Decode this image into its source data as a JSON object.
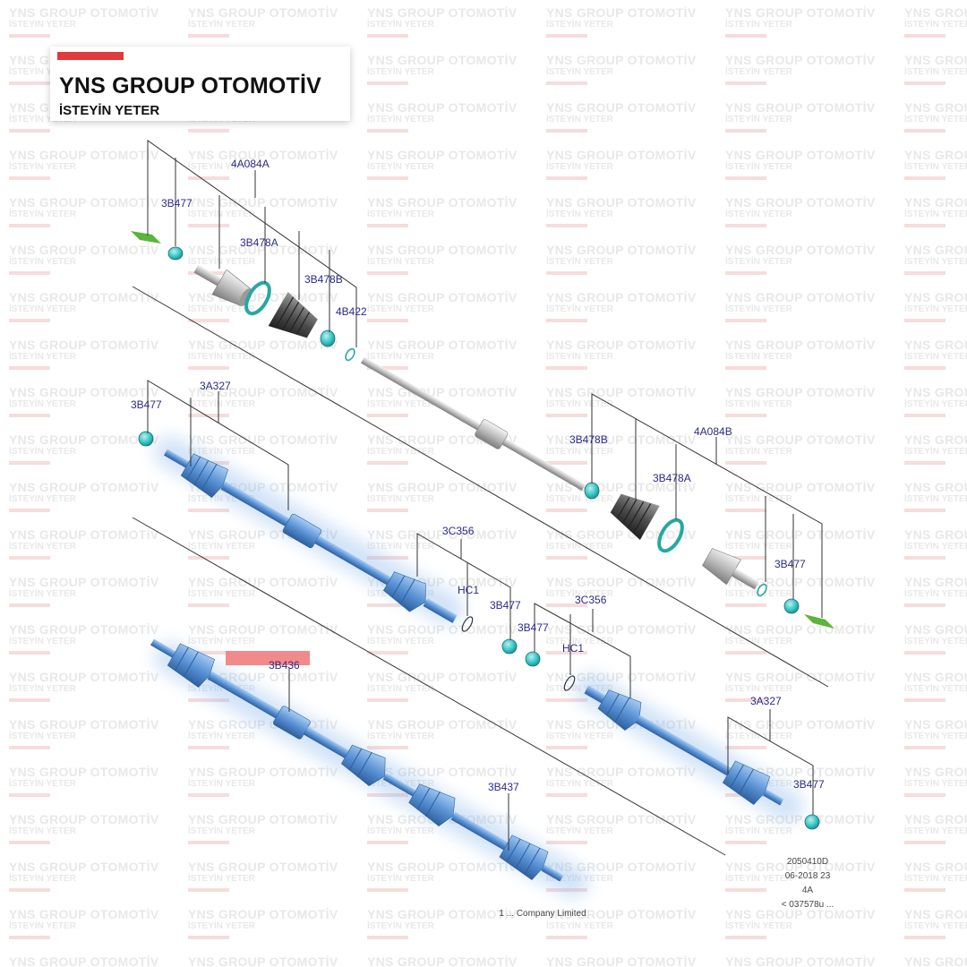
{
  "watermark": {
    "title": "YNS GROUP OTOMOTİV",
    "subtitle": "İSTEYİN YETER"
  },
  "logo": {
    "title": "YNS GROUP OTOMOTİV",
    "subtitle": "İSTEYİN YETER"
  },
  "colors": {
    "accent_red": "#e03a3a",
    "label_blue": "#2a2a8a",
    "shaft_blue": "#5a93d6",
    "nut_cyan": "#35c4c4",
    "boot_gray": "#555555",
    "tag_green": "#5ab53a"
  },
  "diagram": {
    "labels": {
      "l1": "4A084A",
      "l2": "3B477",
      "l3": "3B478A",
      "l4": "3B478B",
      "l5": "4B422",
      "l6": "3A327",
      "l7": "3B477",
      "l8": "3B478B",
      "l9": "4A084B",
      "l10": "3B478A",
      "l11": "3C356",
      "l12": "HC1",
      "l13": "3B477",
      "l14": "3C356",
      "l15": "3B477",
      "l16": "HC1",
      "l17": "3B477",
      "l18": "3B436",
      "l19": "3A327",
      "l20": "3B477",
      "l21": "3B437"
    },
    "reference": {
      "line1": "2050410D",
      "line2": "06-2018 23",
      "line3": "4A",
      "line4": "< 037578u ..."
    },
    "copyright": "1 ... Company Limited"
  }
}
